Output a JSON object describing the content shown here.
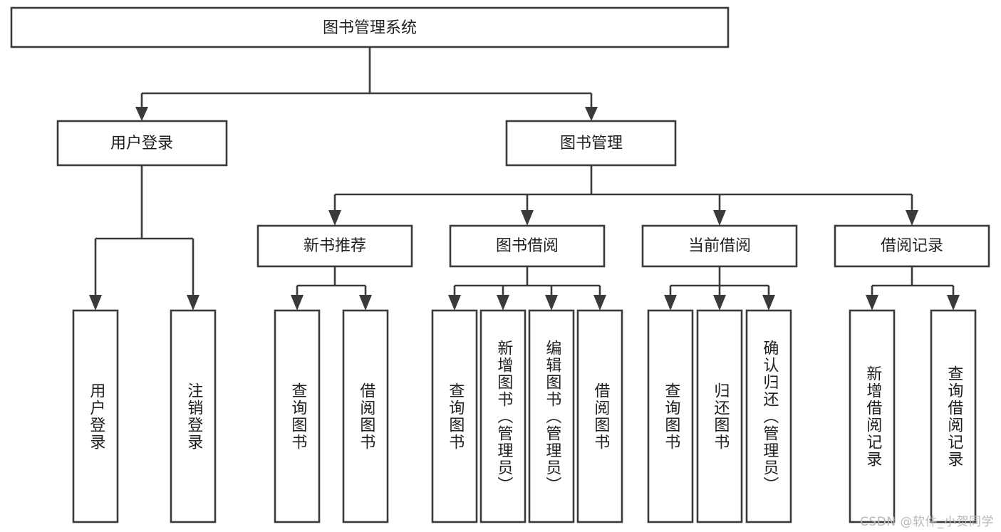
{
  "diagram": {
    "title": "图书管理系统",
    "type": "hierarchy-tree",
    "watermark": "CSDN @软件_小贺同学",
    "colors": {
      "stroke": "#3a3a3a",
      "node_fill": "#ffffff",
      "text": "#1f1f1f",
      "background": "#ffffff",
      "watermark": "#b9b9b9"
    },
    "levels": {
      "root": {
        "label": "图书管理系统"
      },
      "level2": [
        {
          "label": "用户登录"
        },
        {
          "label": "图书管理"
        }
      ],
      "level3": [
        {
          "label": "新书推荐"
        },
        {
          "label": "图书借阅"
        },
        {
          "label": "当前借阅"
        },
        {
          "label": "借阅记录"
        }
      ],
      "leaves": [
        {
          "label": "用户登录",
          "parent": "用户登录"
        },
        {
          "label": "注销登录",
          "parent": "用户登录"
        },
        {
          "label": "查询图书",
          "parent": "新书推荐"
        },
        {
          "label": "借阅图书",
          "parent": "新书推荐"
        },
        {
          "label": "查询图书",
          "parent": "图书借阅"
        },
        {
          "label": "新增图书（管理员）",
          "parent": "图书借阅"
        },
        {
          "label": "编辑图书（管理员）",
          "parent": "图书借阅"
        },
        {
          "label": "借阅图书",
          "parent": "图书借阅"
        },
        {
          "label": "查询图书",
          "parent": "当前借阅"
        },
        {
          "label": "归还图书",
          "parent": "当前借阅"
        },
        {
          "label": "确认归还（管理员）",
          "parent": "当前借阅"
        },
        {
          "label": "新增借阅记录",
          "parent": "借阅记录"
        },
        {
          "label": "查询借阅记录",
          "parent": "借阅记录"
        }
      ]
    }
  }
}
